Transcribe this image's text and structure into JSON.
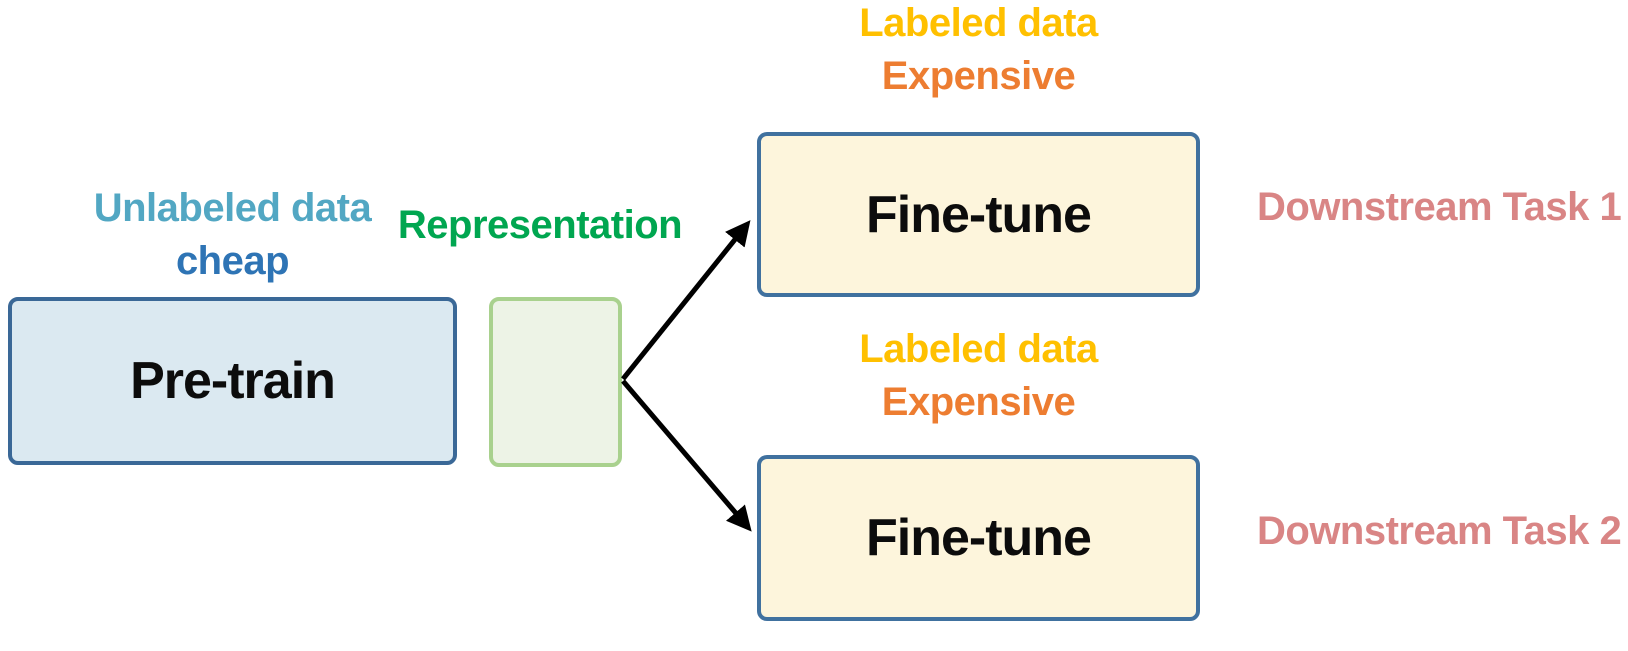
{
  "pretrain": {
    "label": "Pre-train",
    "caption": {
      "line1": "Unlabeled data",
      "line2": "cheap"
    }
  },
  "representation": {
    "label": "Representation"
  },
  "finetune1": {
    "label": "Fine-tune",
    "caption": {
      "line1": "Labeled data",
      "line2": "Expensive"
    },
    "task_label": "Downstream Task 1"
  },
  "finetune2": {
    "label": "Fine-tune",
    "caption": {
      "line1": "Labeled data",
      "line2": "Expensive"
    },
    "task_label": "Downstream Task 2"
  },
  "colors": {
    "unlabeled_data_text": "#52A7C3",
    "cheap_text": "#2E74B5",
    "representation_text": "#00A650",
    "labeled_data_text": "#FFC000",
    "expensive_text": "#ED7D31",
    "downstream_task_text": "#D98585",
    "box_label_text": "#0C0C0C",
    "pretrain_box_fill": "#DBE9F1",
    "pretrain_box_border": "#3A6897",
    "representation_box_fill": "#EDF3E6",
    "representation_box_border": "#A9D18E",
    "finetune_box_fill": "#FDF5DC",
    "finetune_box_border": "#40719F",
    "arrow": "#000000",
    "background": "#FFFFFF"
  }
}
